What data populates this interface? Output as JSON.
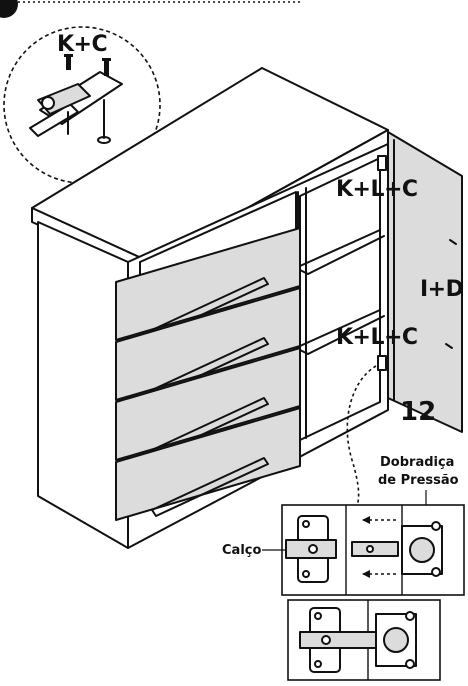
{
  "step": {
    "number": ""
  },
  "labels": {
    "detail_kc": "K+C",
    "hinge_top": "K+L+C",
    "hinge_bottom": "K+L+C",
    "door_id": "I+D",
    "count": "12",
    "hinge_name_line1": "Dobradiça",
    "hinge_name_line2": "de Pressão",
    "shim": "Calço"
  },
  "colors": {
    "line": "#111111",
    "panel_fill": "#dcdcdc",
    "background": "#ffffff"
  },
  "icons": [
    "screw-icon",
    "hinge-icon",
    "arrow-icon"
  ]
}
